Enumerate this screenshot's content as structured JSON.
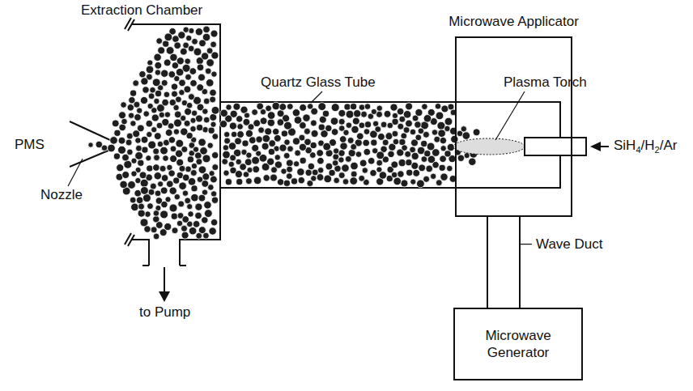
{
  "diagram": {
    "nodes": [
      {
        "text": [
          "Microwave Applicator"
        ]
      },
      {
        "text": [
          "Microwave Generator"
        ]
      }
    ],
    "edges": [
      {
        "from": 0,
        "to": 1,
        "arrow": "none",
        "label": "Wave Duct"
      }
    ],
    "labels": [
      "Extraction Chamber",
      "Quartz Glass Tube",
      "Plasma Torch",
      "PMS",
      "Nozzle",
      "to Pump",
      "SiH4/H2/Ar"
    ]
  }
}
